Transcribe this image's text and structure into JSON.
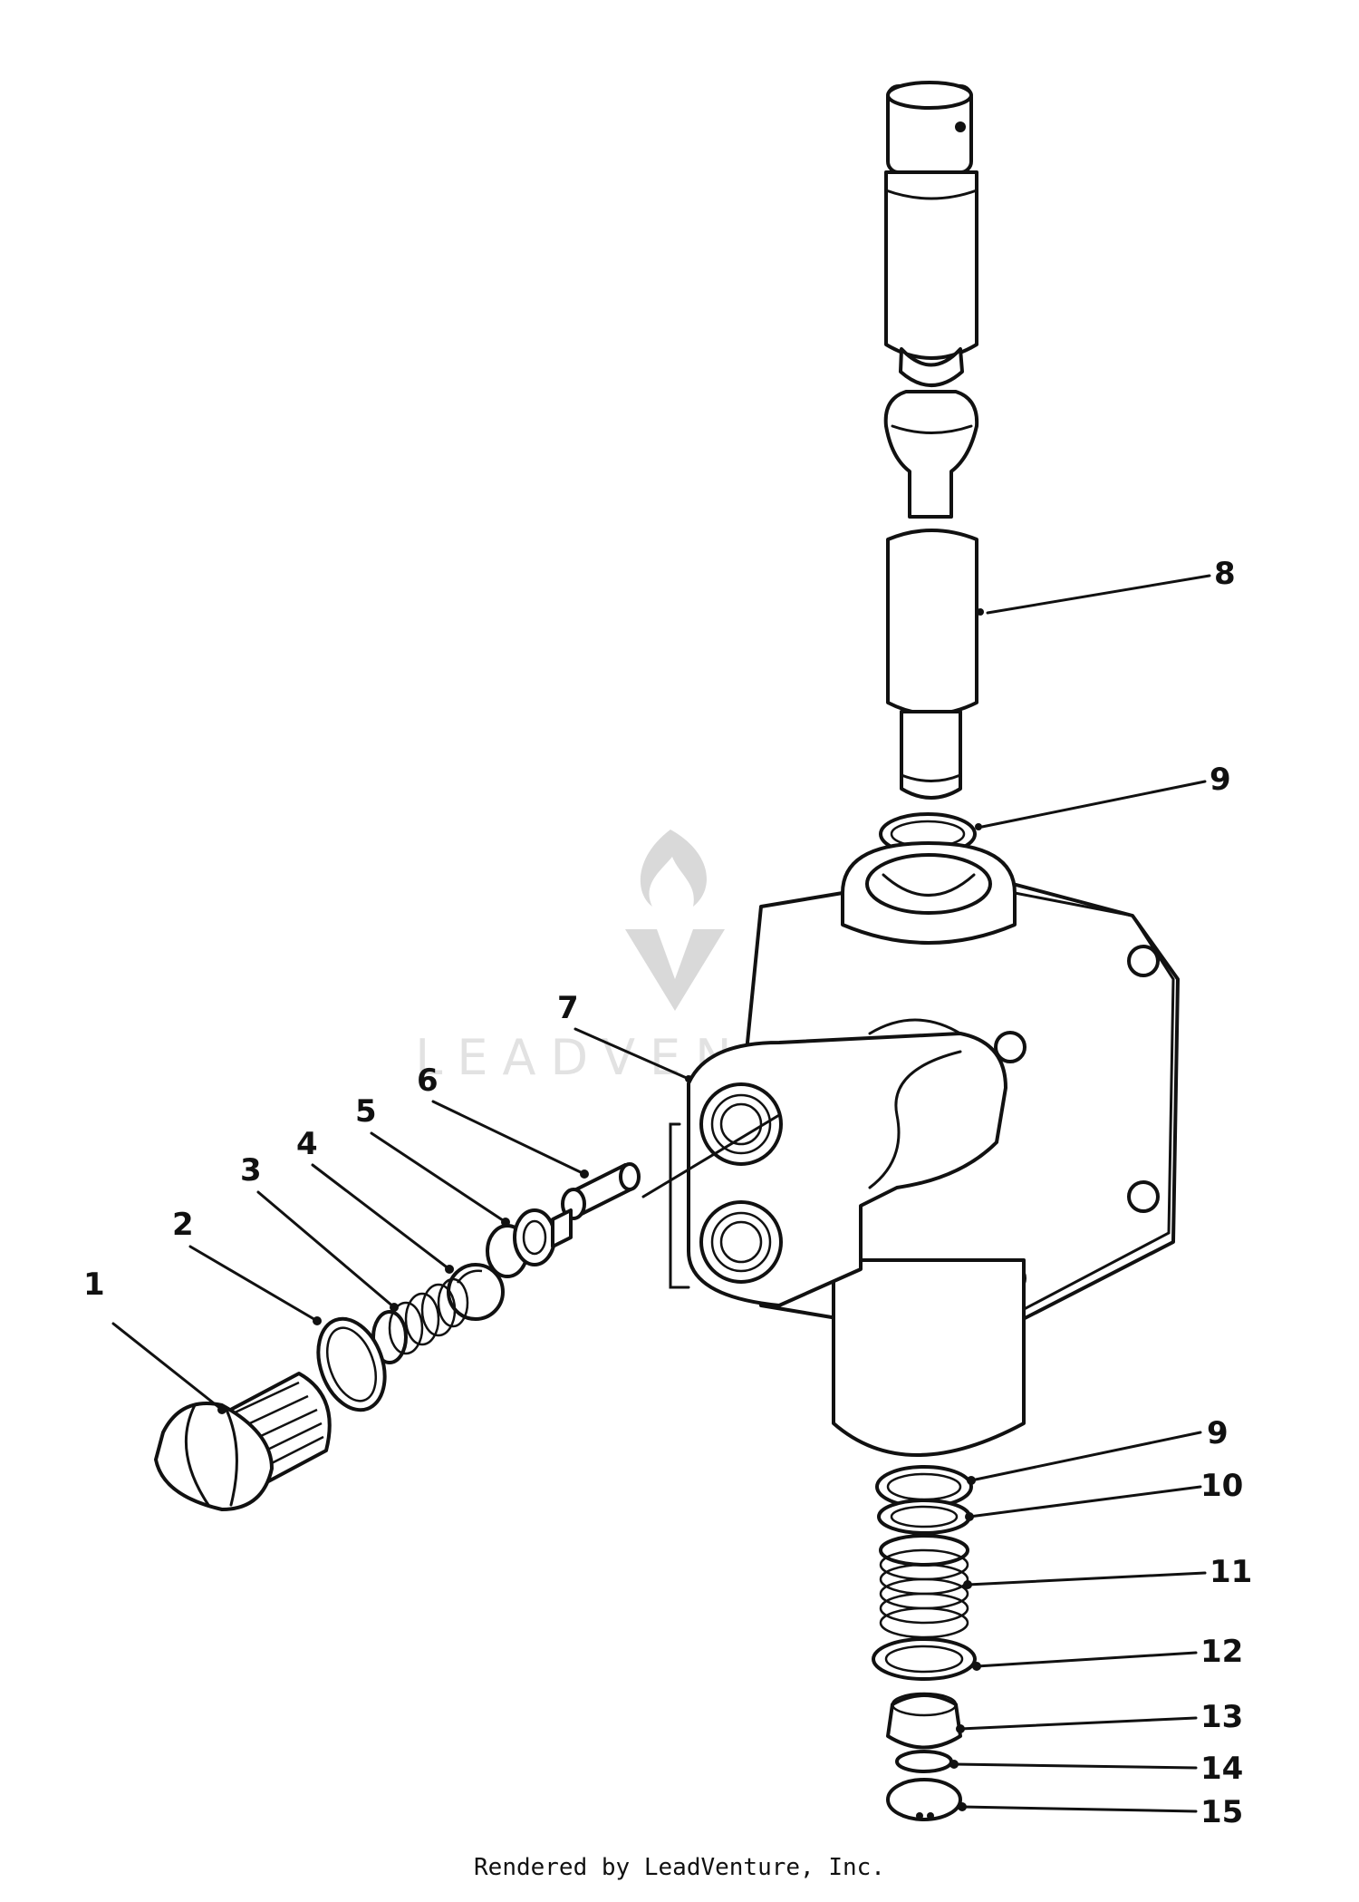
{
  "diagram": {
    "callouts": [
      {
        "id": "1",
        "label": "1"
      },
      {
        "id": "2",
        "label": "2"
      },
      {
        "id": "3",
        "label": "3"
      },
      {
        "id": "4",
        "label": "4"
      },
      {
        "id": "5",
        "label": "5"
      },
      {
        "id": "6",
        "label": "6"
      },
      {
        "id": "7",
        "label": "7"
      },
      {
        "id": "8",
        "label": "8"
      },
      {
        "id": "9a",
        "label": "9"
      },
      {
        "id": "9b",
        "label": "9"
      },
      {
        "id": "10",
        "label": "10"
      },
      {
        "id": "11",
        "label": "11"
      },
      {
        "id": "12",
        "label": "12"
      },
      {
        "id": "13",
        "label": "13"
      },
      {
        "id": "14",
        "label": "14"
      },
      {
        "id": "15",
        "label": "15"
      }
    ],
    "watermark": {
      "text": "LEADVENTURE",
      "color": "#d9d9d9"
    },
    "footer": "Rendered by LeadVenture, Inc."
  }
}
